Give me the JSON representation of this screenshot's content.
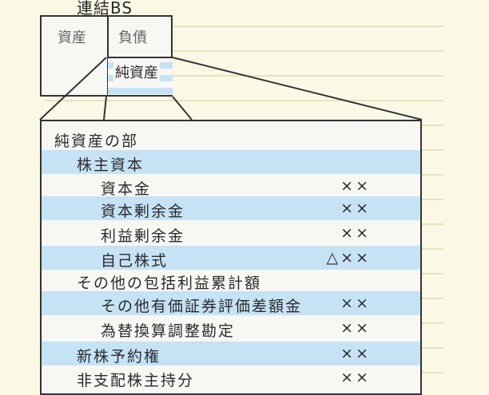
{
  "title": "連結BS",
  "balance_sheet": {
    "asset_label": "資産",
    "liability_label": "負債",
    "net_assets_label": "純資産"
  },
  "section": {
    "heading": "純資産の部",
    "rows": [
      {
        "label": "株主資本",
        "value": "",
        "indent": 1
      },
      {
        "label": "資本金",
        "value": "××",
        "indent": 2
      },
      {
        "label": "資本剰余金",
        "value": "××",
        "indent": 2
      },
      {
        "label": "利益剰余金",
        "value": "××",
        "indent": 2
      },
      {
        "label": "自己株式",
        "value": "△××",
        "indent": 2
      },
      {
        "label": "その他の包括利益累計額",
        "value": "",
        "indent": 1
      },
      {
        "label": "その他有価証券評価差額金",
        "value": "××",
        "indent": 2
      },
      {
        "label": "為替換算調整勘定",
        "value": "××",
        "indent": 2
      },
      {
        "label": "新株予約権",
        "value": "××",
        "indent": 1
      },
      {
        "label": "非支配株主持分",
        "value": "××",
        "indent": 1
      }
    ]
  },
  "colors": {
    "highlight": "#c6e2f5",
    "background": "#fbf9e6",
    "line": "#333333"
  }
}
